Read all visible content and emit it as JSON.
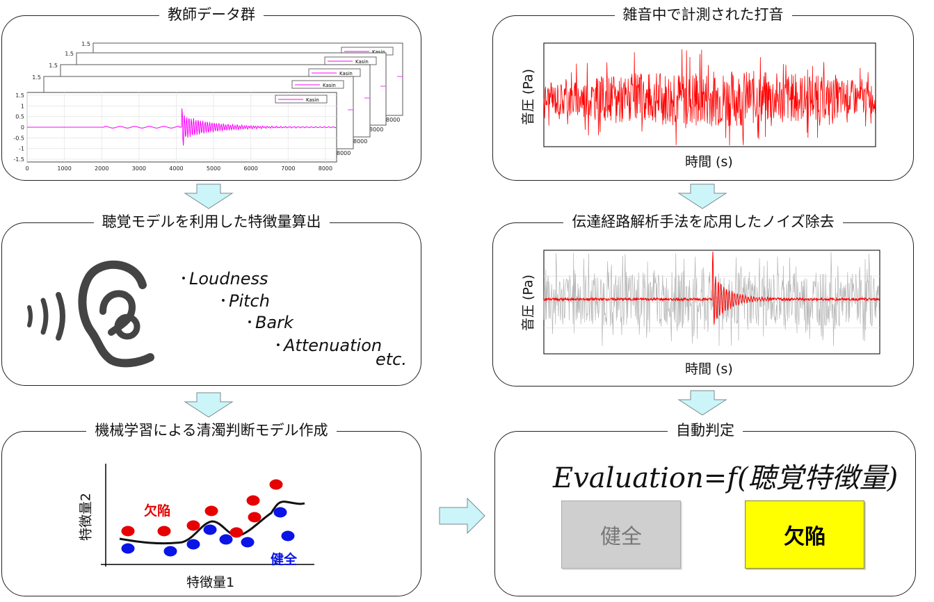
{
  "panels": {
    "training": {
      "title": "教師データ群"
    },
    "features": {
      "title": "聴覚モデルを利用した特徴量算出"
    },
    "ml": {
      "title": "機械学習による清濁判断モデル作成"
    },
    "measured": {
      "title": "雑音中で計測された打音"
    },
    "denoise": {
      "title": "伝達経路解析手法を応用したノイズ除去"
    },
    "judge": {
      "title": "自動判定"
    }
  },
  "training_plot": {
    "legend": "Kasin",
    "yticks": [
      "1.5",
      "1",
      "0.5",
      "0",
      "-0.5",
      "-1",
      "-1.5"
    ],
    "xticks": [
      "0",
      "1000",
      "2000",
      "3000",
      "4000",
      "5000",
      "6000",
      "7000",
      "8000"
    ],
    "stack_ylabel": "1.5",
    "stack_xlabel": "8000"
  },
  "features_list": [
    "Loudness",
    "Pitch",
    "Bark",
    "Attenuation"
  ],
  "features_etc": "etc.",
  "ml_plot": {
    "xlabel": "特徴量1",
    "ylabel": "特徴量2",
    "label_defect": "欠陥",
    "label_healthy": "健全",
    "colors": {
      "defect": "#e60000",
      "healthy": "#0a14e6"
    }
  },
  "signal_plot_1": {
    "ylabel": "音圧 (Pa)",
    "xlabel": "時間 (s)",
    "color": "#ff0000"
  },
  "signal_plot_2": {
    "ylabel": "音圧 (Pa)",
    "xlabel": "時間 (s)",
    "color": "#ff0000",
    "noise_color": "#b4b4b4"
  },
  "judge": {
    "formula": "Evaluation=f(聴覚特徴量)",
    "healthy_button": "健全",
    "defect_button": "欠陥",
    "defect_color": "#ffff00"
  }
}
